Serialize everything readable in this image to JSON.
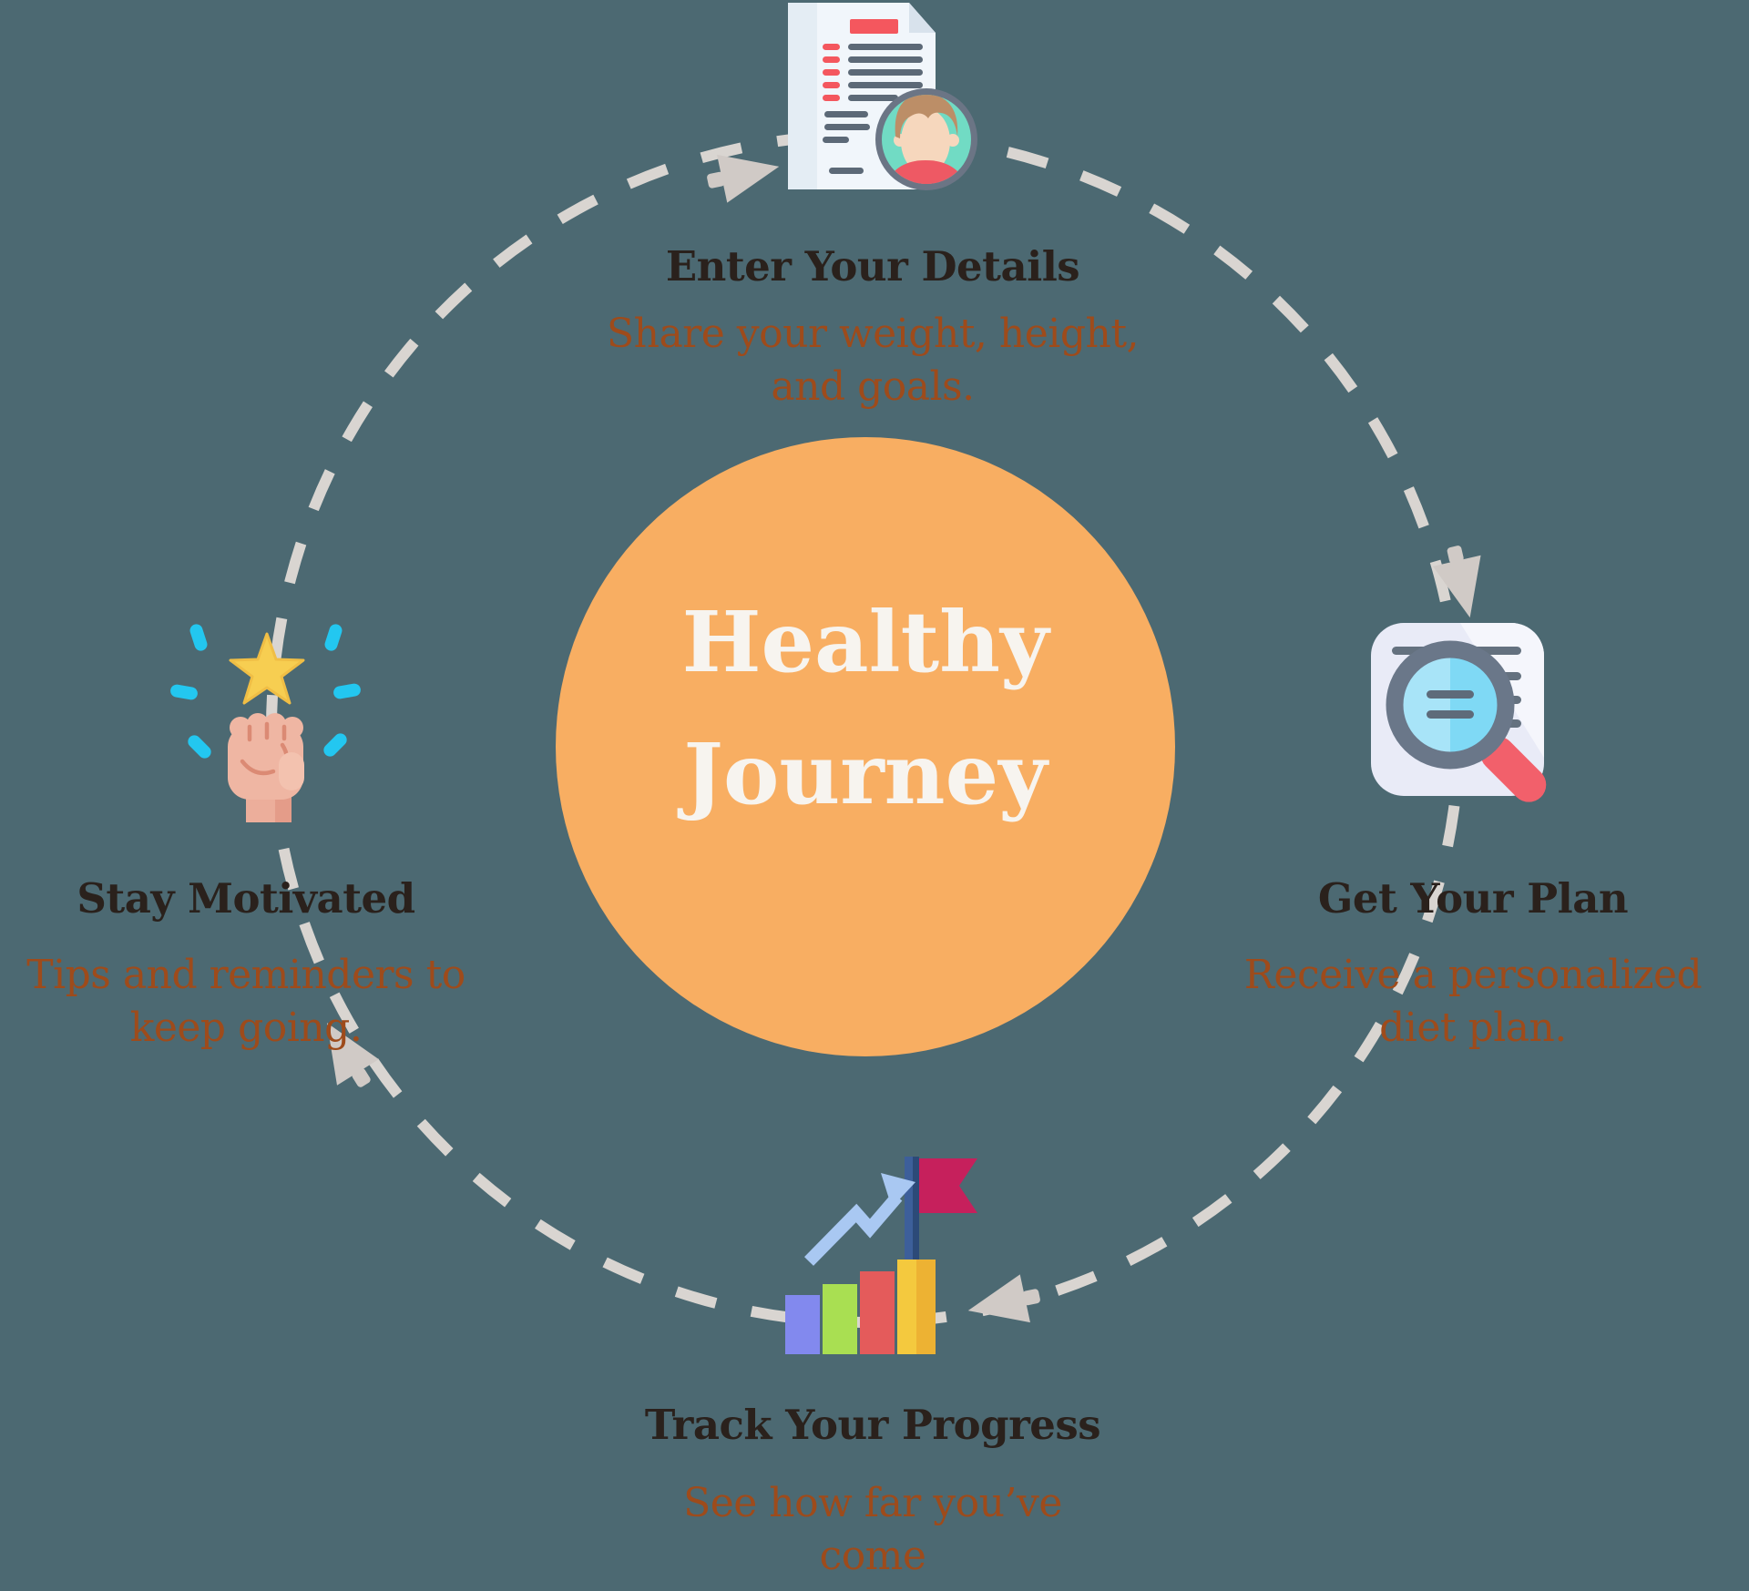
{
  "page": {
    "background_color": "#4C6972"
  },
  "center": {
    "title_line1": "Healthy",
    "title_line2": "Journey",
    "circle_color": "#F8AE62",
    "text_color": "#F7F4EF"
  },
  "ring": {
    "dash_color": "#D9D5D1",
    "arrow_color": "#D0CAC6",
    "flow_direction": "clockwise"
  },
  "text_colors": {
    "heading": "#2A211C",
    "description": "#9E4B1B"
  },
  "steps": [
    {
      "id": "enter-your-details",
      "position": "top",
      "icon": "document-profile-icon",
      "title": "Enter Your Details",
      "desc_line1": "Share your weight, height,",
      "desc_line2": "and goals."
    },
    {
      "id": "get-your-plan",
      "position": "right",
      "icon": "magnifier-document-icon",
      "title": "Get Your Plan",
      "desc_line1": "Receive a personalized",
      "desc_line2": "diet plan."
    },
    {
      "id": "track-your-progress",
      "position": "bottom",
      "icon": "bar-chart-flag-icon",
      "title": "Track Your Progress",
      "desc_line1": "See how far you’ve",
      "desc_line2": "come"
    },
    {
      "id": "stay-motivated",
      "position": "left",
      "icon": "fist-star-icon",
      "title": "Stay Motivated",
      "desc_line1": "Tips and reminders to",
      "desc_line2": "keep going."
    }
  ]
}
